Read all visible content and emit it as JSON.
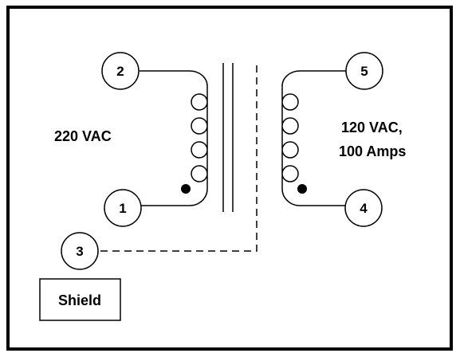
{
  "diagram": {
    "terminals": {
      "t1": "1",
      "t2": "2",
      "t3": "3",
      "t4": "4",
      "t5": "5"
    },
    "primary_label": "220 VAC",
    "secondary_label_line1": "120 VAC,",
    "secondary_label_line2": "100 Amps",
    "shield_label": "Shield"
  }
}
